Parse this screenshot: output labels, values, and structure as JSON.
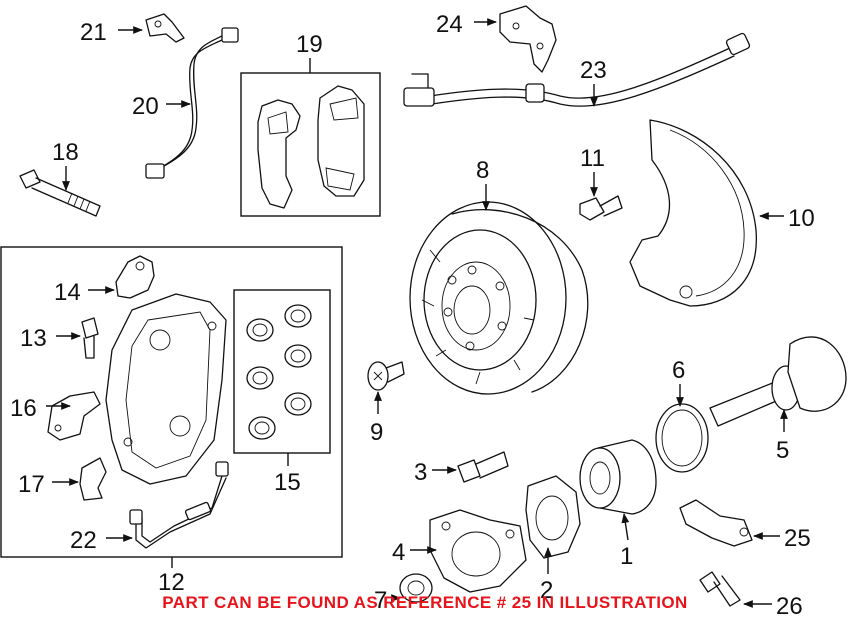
{
  "callouts": {
    "c1": "1",
    "c2": "2",
    "c3": "3",
    "c4": "4",
    "c5": "5",
    "c6": "6",
    "c7": "7",
    "c8": "8",
    "c9": "9",
    "c10": "10",
    "c11": "11",
    "c12": "12",
    "c13": "13",
    "c14": "14",
    "c15": "15",
    "c16": "16",
    "c17": "17",
    "c18": "18",
    "c19": "19",
    "c20": "20",
    "c21": "21",
    "c22": "22",
    "c23": "23",
    "c24": "24",
    "c25": "25",
    "c26": "26"
  },
  "notice": {
    "text": "PART CAN BE FOUND AS REFERENCE # 25 IN ILLUSTRATION",
    "color": "#e8141c"
  }
}
